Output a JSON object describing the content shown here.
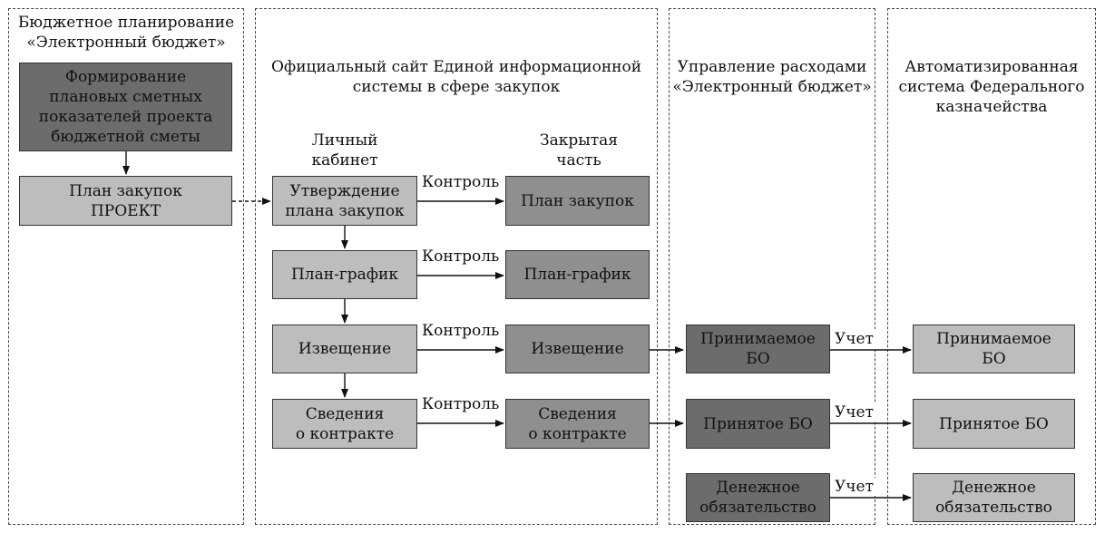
{
  "columns": {
    "budget_planning": "Бюджетное планирование\n«Электронный бюджет»",
    "eis": "Официальный сайт Единой информационной\nсистемы в сфере закупок",
    "expense_mgmt": "Управление расходами\n«Электронный бюджет»",
    "treasury": "Автоматизированная\nсистема Федерального\nказначейства"
  },
  "subcolumns": {
    "personal_cabinet": "Личный\nкабинет",
    "closed_part": "Закрытая\nчасть"
  },
  "boxes": {
    "forming": "Формирование\nплановых сметных\nпоказателей проекта\nбюджетной сметы",
    "plan_project": "План закупок\nПРОЕКТ",
    "approval": "Утверждение\nплана закупок",
    "schedule": "План-график",
    "notice": "Извещение",
    "contract_info": "Сведения\nо контракте",
    "closed_plan": "План закупок",
    "closed_schedule": "План-график",
    "closed_notice": "Извещение",
    "closed_contract": "Сведения\nо контракте",
    "bo_accepted_prelim": "Принимаемое\nБО",
    "bo_accepted": "Принятое БО",
    "monetary_obligation": "Денежное\nобязательство",
    "tr_bo_accepted_prelim": "Принимаемое\nБО",
    "tr_bo_accepted": "Принятое БО",
    "tr_monetary_obligation": "Денежное\nобязательство"
  },
  "edge_labels": {
    "control": "Контроль",
    "accounting": "Учет"
  },
  "colors": {
    "dark_fill": "#6c6c6c",
    "mid_fill": "#8f8f8f",
    "light_fill": "#bdbdbd"
  }
}
